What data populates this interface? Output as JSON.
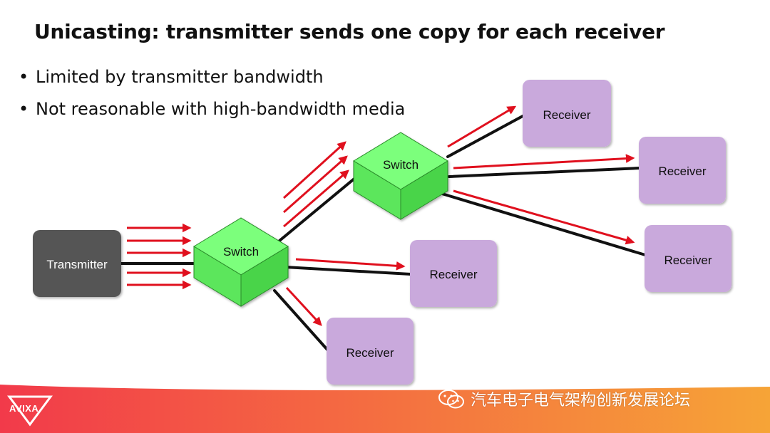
{
  "title": "Unicasting: transmitter sends one copy for each receiver",
  "bullets": [
    "Limited by transmitter bandwidth",
    "Not reasonable with high-bandwidth media"
  ],
  "nodes": {
    "transmitter": "Transmitter",
    "switch_1": "Switch",
    "switch_2": "Switch",
    "receiver_1": "Receiver",
    "receiver_2": "Receiver",
    "receiver_3": "Receiver",
    "receiver_4": "Receiver",
    "receiver_5": "Receiver"
  },
  "footer": {
    "logo": "AVIXA",
    "watermark": "汽车电子电气架构创新发展论坛"
  },
  "colors": {
    "switch": "#66ff66",
    "receiver": "#c9a9dc",
    "transmitter": "#555555",
    "stream_arrow": "#e0101e",
    "link": "#111111",
    "footer_start": "#f23a4a",
    "footer_end": "#f6a437"
  },
  "icons": [
    "wechat-icon",
    "avixa-logo-icon"
  ]
}
